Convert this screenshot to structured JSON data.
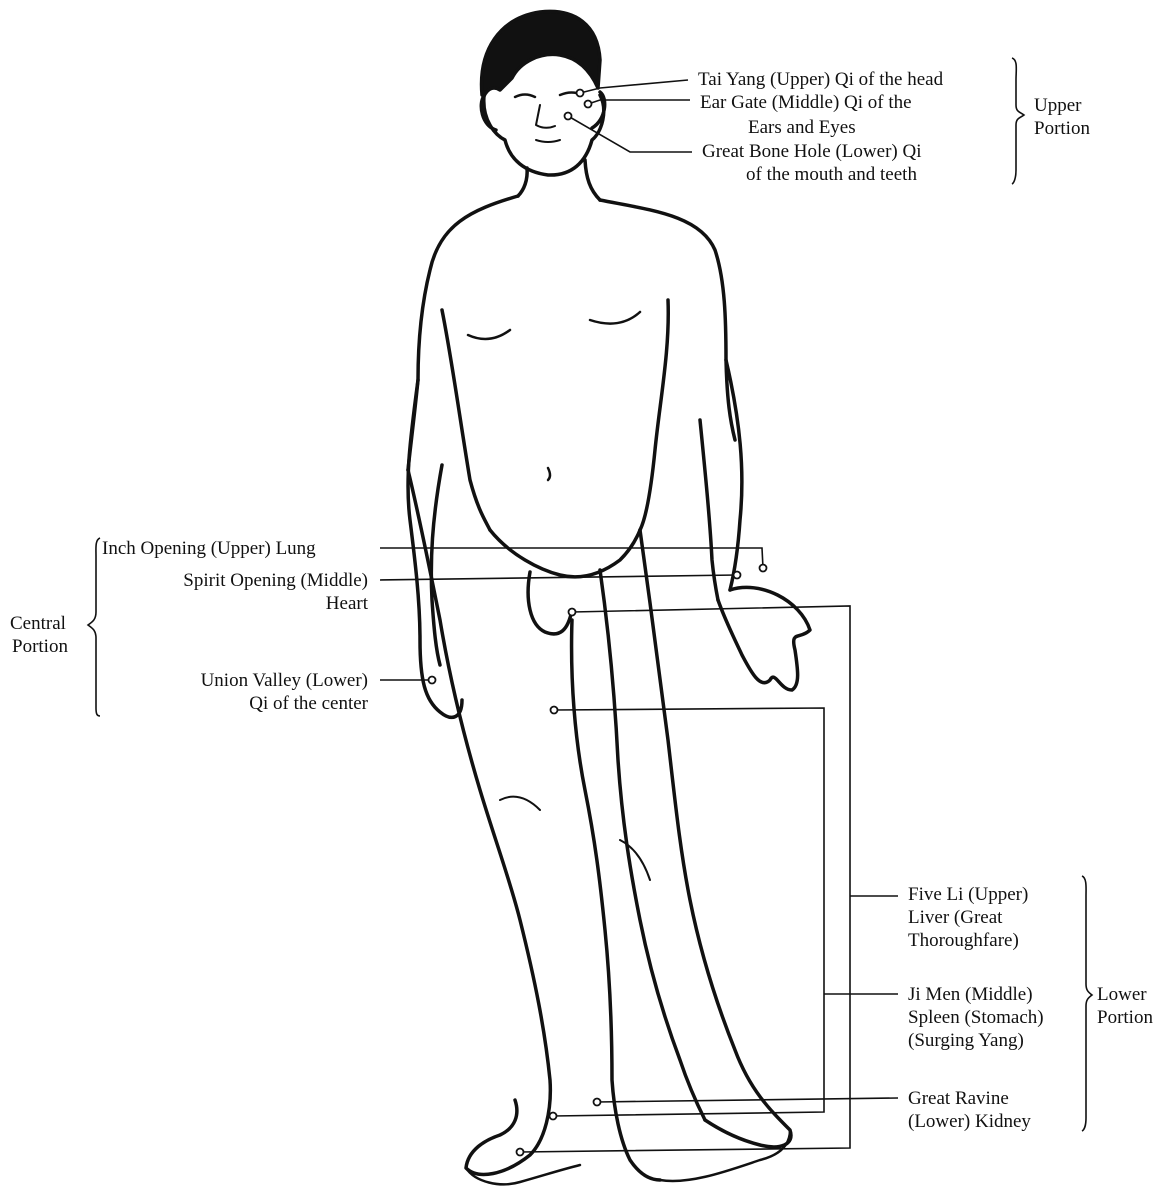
{
  "groups": {
    "upper": {
      "heading_l1": "Upper",
      "heading_l2": "Portion",
      "points": [
        {
          "l1": "Tai Yang (Upper) Qi of the head"
        },
        {
          "l1": "Ear Gate (Middle) Qi of the",
          "l2": "Ears and Eyes"
        },
        {
          "l1": "Great Bone Hole (Lower) Qi",
          "l2": "of the mouth and teeth"
        }
      ]
    },
    "central": {
      "heading_l1": "Central",
      "heading_l2": "Portion",
      "points": [
        {
          "l1": "Inch Opening (Upper) Lung"
        },
        {
          "l1": "Spirit Opening (Middle)",
          "l2": "Heart"
        },
        {
          "l1": "Union Valley (Lower)",
          "l2": "Qi of the center"
        }
      ]
    },
    "lower": {
      "heading_l1": "Lower",
      "heading_l2": "Portion",
      "points": [
        {
          "l1": "Five Li (Upper)",
          "l2": "Liver (Great",
          "l3": "Thoroughfare)"
        },
        {
          "l1": "Ji Men (Middle)",
          "l2": "Spleen (Stomach)",
          "l3": "(Surging Yang)"
        },
        {
          "l1": "Great Ravine",
          "l2": "(Lower) Kidney"
        }
      ]
    }
  },
  "colors": {
    "ink": "#111111",
    "background": "#ffffff"
  }
}
